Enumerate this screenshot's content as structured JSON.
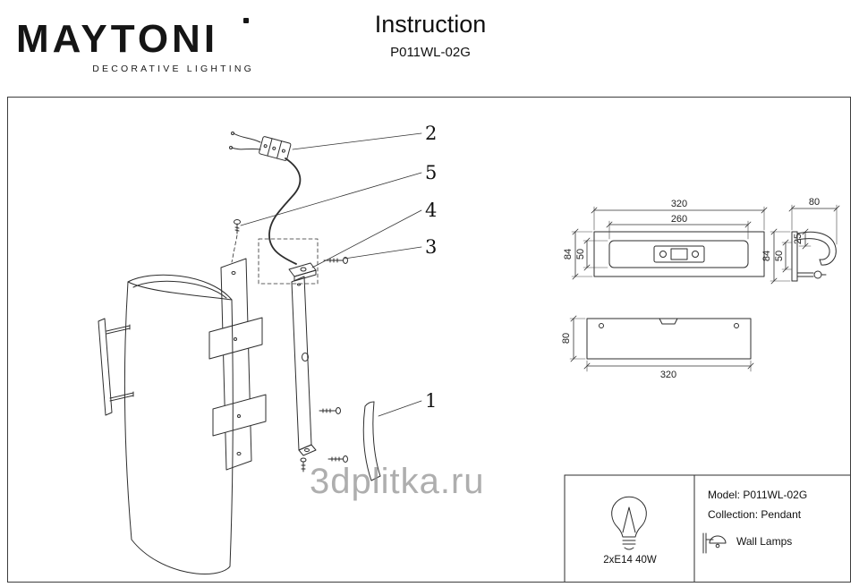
{
  "header": {
    "logo": "MAYTONI",
    "tagline": "DECORATIVE LIGHTING",
    "title": "Instruction",
    "model": "P011WL-02G"
  },
  "diagram": {
    "parts": {
      "p1": "1",
      "p2": "2",
      "p3": "3",
      "p4": "4",
      "p5": "5"
    },
    "dims": {
      "plan_width": "320",
      "plan_inner_width": "260",
      "plan_depth": "84",
      "plan_inner_depth": "50",
      "side_depth": "80",
      "side_offset": "25",
      "side_height": "84",
      "side_inner_height": "50",
      "front_height": "80",
      "front_width": "320"
    }
  },
  "info": {
    "bulb_spec": "2xE14 40W",
    "model_label": "Model:",
    "model_value": "P011WL-02G",
    "collection_label": "Collection:",
    "collection_value": "Pendant",
    "category": "Wall Lamps"
  },
  "watermark": "3dplitka.ru"
}
